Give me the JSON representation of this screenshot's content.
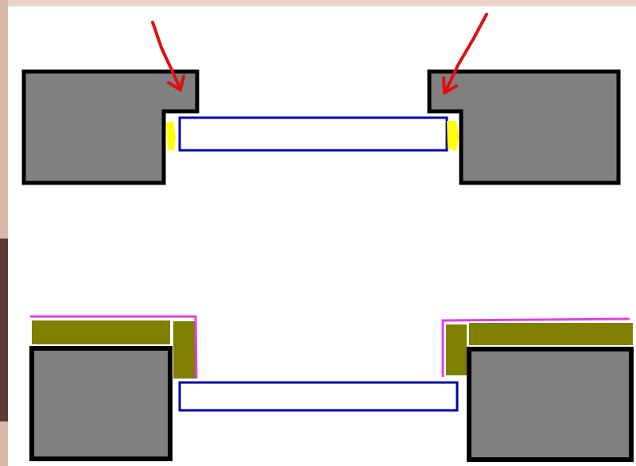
{
  "diagram": {
    "colors": {
      "background": "#ffffff",
      "edge_photo_top": "#e9d3c8",
      "edge_photo_left": "#d8b8a6",
      "edge_photo_left_dark": "#5a3a34",
      "wall_fill": "#808080",
      "wall_stroke": "#000000",
      "window_fill": "#ffffff",
      "window_stroke": "#0000aa",
      "sealant": "#ffff00",
      "arrow": "#e01010",
      "insulation": "#808000",
      "membrane": "#e040e0"
    },
    "panels": [
      {
        "name": "top-detail",
        "arrows": [
          "left-arrow",
          "right-arrow"
        ],
        "sealant_beads": [
          "left-sealant",
          "right-sealant"
        ]
      },
      {
        "name": "bottom-detail",
        "insulation_layers": [
          "left-insulation",
          "right-insulation"
        ],
        "membranes": [
          "left-membrane",
          "right-membrane"
        ]
      }
    ]
  }
}
